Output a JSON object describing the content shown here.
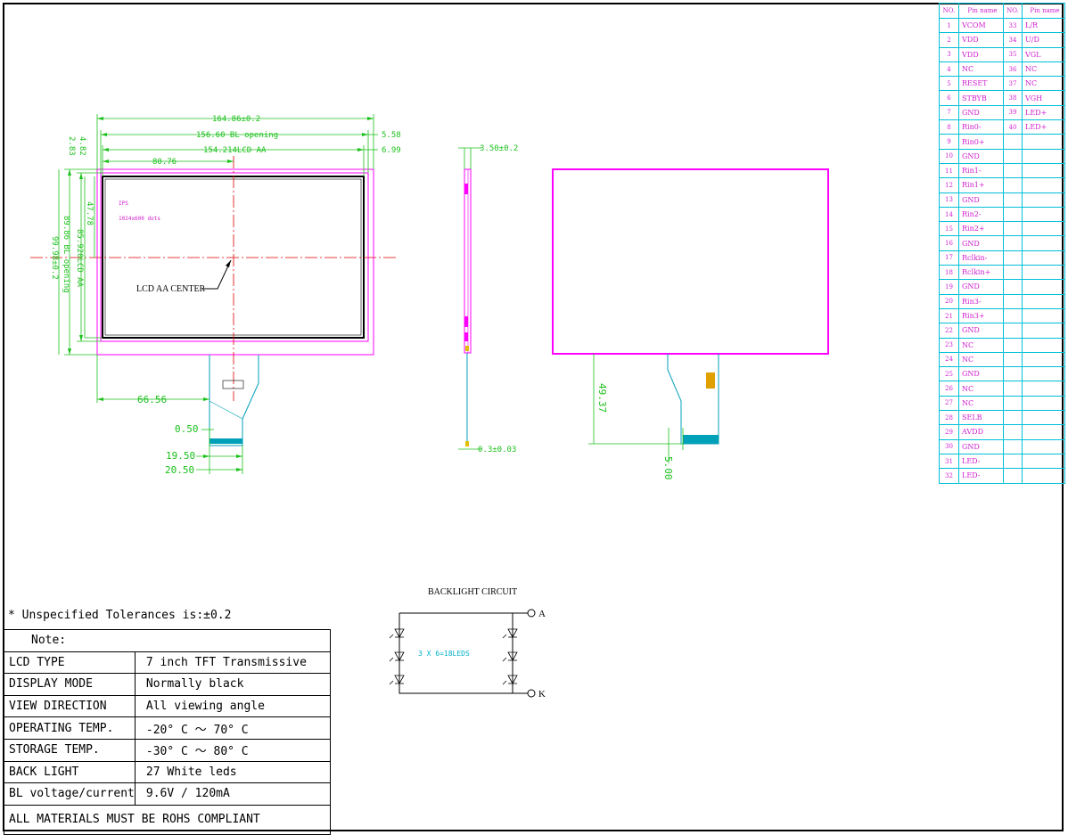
{
  "drawing": {
    "front_view": {
      "dims": {
        "overall_width": "164.86±0.2",
        "bl_opening": "156.60 BL opening",
        "lcd_aa": "154.214LCD AA",
        "left_to_center": "80.76",
        "right_offset_1": "5.58",
        "right_offset_2": "6.99",
        "top_offset_1": "2.83",
        "top_offset_2": "4.82",
        "overall_height": "99.98±0.2",
        "bl_height": "89.86 BL opening",
        "aa_height": "85.920LCD AA",
        "half_height": "47.78",
        "fpc_offset": "66.56",
        "fpc_pitch": "0.50",
        "fpc_w1": "19.50",
        "fpc_w2": "20.50"
      },
      "panel_labels": [
        "IPS",
        "1024x600 dots"
      ],
      "center_label": "LCD AA CENTER"
    },
    "side_view": {
      "thickness": "3.50±0.2",
      "fpc_thickness": "0.3±0.03"
    },
    "back_view": {
      "fpc_length": "49.37",
      "fpc_offset": "5.00"
    },
    "backlight": {
      "title": "BACKLIGHT  CIRCUIT",
      "anode": "A",
      "cathode": "K",
      "leds_text": "3 X 6=18LEDS"
    }
  },
  "pin_table": {
    "headers": [
      "NO.",
      "Pin name",
      "NO.",
      "Pin name"
    ],
    "left": [
      {
        "no": "1",
        "name": "VCOM"
      },
      {
        "no": "2",
        "name": "VDD"
      },
      {
        "no": "3",
        "name": "VDD"
      },
      {
        "no": "4",
        "name": "NC"
      },
      {
        "no": "5",
        "name": "RESET"
      },
      {
        "no": "6",
        "name": "STBYB"
      },
      {
        "no": "7",
        "name": "GND"
      },
      {
        "no": "8",
        "name": "Rin0-"
      },
      {
        "no": "9",
        "name": "Rin0+"
      },
      {
        "no": "10",
        "name": "GND"
      },
      {
        "no": "11",
        "name": "Rin1-"
      },
      {
        "no": "12",
        "name": "Rin1+"
      },
      {
        "no": "13",
        "name": "GND"
      },
      {
        "no": "14",
        "name": "Rin2-"
      },
      {
        "no": "15",
        "name": "Rin2+"
      },
      {
        "no": "16",
        "name": "GND"
      },
      {
        "no": "17",
        "name": "Rclkin-"
      },
      {
        "no": "18",
        "name": "Rclkin+"
      },
      {
        "no": "19",
        "name": "GND"
      },
      {
        "no": "20",
        "name": "Rin3-"
      },
      {
        "no": "21",
        "name": "Rin3+"
      },
      {
        "no": "22",
        "name": "GND"
      },
      {
        "no": "23",
        "name": "NC"
      },
      {
        "no": "24",
        "name": "NC"
      },
      {
        "no": "25",
        "name": "GND"
      },
      {
        "no": "26",
        "name": "NC"
      },
      {
        "no": "27",
        "name": "NC"
      },
      {
        "no": "28",
        "name": "SELB"
      },
      {
        "no": "29",
        "name": "AVDD"
      },
      {
        "no": "30",
        "name": "GND"
      },
      {
        "no": "31",
        "name": "LED-"
      },
      {
        "no": "32",
        "name": "LED-"
      }
    ],
    "right": [
      {
        "no": "33",
        "name": "L/R"
      },
      {
        "no": "34",
        "name": "U/D"
      },
      {
        "no": "35",
        "name": "VGL"
      },
      {
        "no": "36",
        "name": "NC"
      },
      {
        "no": "37",
        "name": "NC"
      },
      {
        "no": "38",
        "name": "VGH"
      },
      {
        "no": "39",
        "name": "LED+"
      },
      {
        "no": "40",
        "name": "LED+"
      }
    ]
  },
  "notes": {
    "tolerance": "* Unspecified Tolerances is:±0.2",
    "header": "Note:",
    "rows": [
      {
        "key": "LCD TYPE",
        "value": "7 inch TFT Transmissive"
      },
      {
        "key": "DISPLAY MODE",
        "value": "Normally black"
      },
      {
        "key": "VIEW DIRECTION",
        "value": "All viewing angle"
      },
      {
        "key": "OPERATING TEMP.",
        "value": "-20° C ～ 70° C"
      },
      {
        "key": "STORAGE TEMP.",
        "value": "-30° C ～ 80° C"
      },
      {
        "key": "BACK LIGHT",
        "value": "27 White leds"
      },
      {
        "key": "BL voltage/current",
        "value": "9.6V / 120mA"
      }
    ],
    "footer": "ALL MATERIALS MUST BE ROHS COMPLIANT"
  },
  "colors": {
    "outline": "#ff00ff",
    "dimension": "#1bc01b",
    "pin_grid": "#00c0d8",
    "fpc": "#00a0b8"
  }
}
